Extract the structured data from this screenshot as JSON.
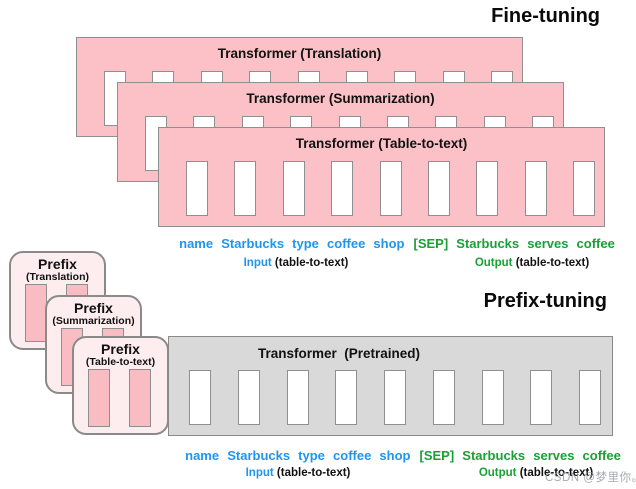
{
  "titles": {
    "fine_tuning": "Fine-tuning",
    "prefix_tuning": "Prefix-tuning"
  },
  "fine_tuning_boxes": [
    {
      "label": "Transformer (Translation)"
    },
    {
      "label": "Transformer (Summarization)"
    },
    {
      "label": "Transformer (Table-to-text)"
    }
  ],
  "prefix_boxes": [
    {
      "label": "Prefix",
      "sublabel": "(Translation)"
    },
    {
      "label": "Prefix",
      "sublabel": "(Summarization)"
    },
    {
      "label": "Prefix",
      "sublabel": "(Table-to-text)"
    }
  ],
  "pretrained_box": {
    "label": "Transformer  (Pretrained)"
  },
  "counts": {
    "transformer_token_count": 9,
    "prefix_token_count": 2
  },
  "token_text": {
    "input_tokens": "name Starbucks type coffee shop",
    "output_tokens": "[SEP] Starbucks serves coffee",
    "input_label": "Input",
    "output_label": "Output",
    "suffix": "(table-to-text)"
  },
  "watermark": "CSDN @梦里你。",
  "colors": {
    "input_blue": "#1e96f0",
    "output_green": "#19a135",
    "transformer_pink": "#fbc1c7",
    "prefix_token_pink": "#f9bcc3",
    "prefix_box_bg": "#fdedef",
    "pretrained_gray": "#d9d9d9",
    "border_gray": "#8f8f8f"
  }
}
